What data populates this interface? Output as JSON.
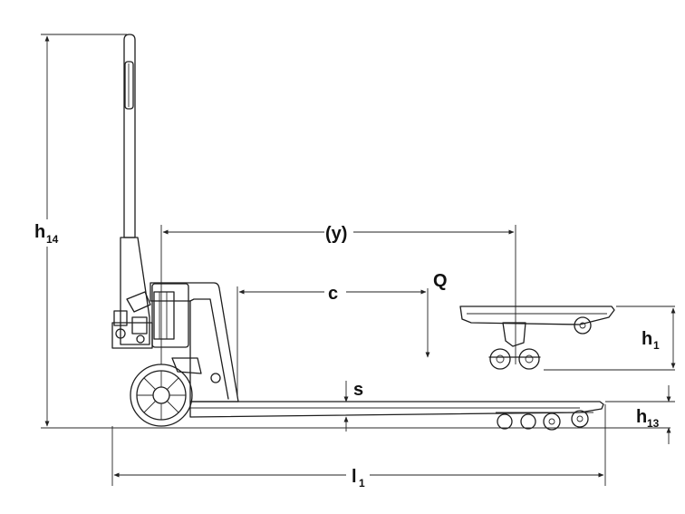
{
  "diagram": {
    "labels": {
      "h14_main": "h",
      "h14_sub": "14",
      "y": "(y)",
      "c": "c",
      "Q": "Q",
      "s": "s",
      "h1_main": "h",
      "h1_sub": "1",
      "h13_main": "h",
      "h13_sub": "13",
      "l1_main": "l",
      "l1_sub": "1"
    },
    "colors": {
      "ink": "#1e1e1e",
      "background": "#ffffff"
    }
  }
}
